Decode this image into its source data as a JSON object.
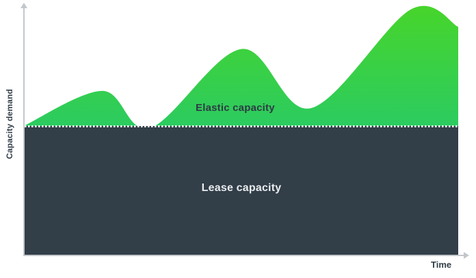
{
  "labels": {
    "elastic_area": "Elastic capacity",
    "lease_area": "Lease capacity",
    "y_axis": "Capacity demand",
    "x_axis": "Time"
  },
  "colors": {
    "green_top": "#47d52b",
    "green_bottom": "#2bcb61",
    "lease_fill": "#323e48",
    "axis": "#c3c7cc",
    "dotted_line": "#ffffff",
    "elastic_label_color": "#2f3b45",
    "lease_label_color": "#e9ecee",
    "axis_label_color": "#323e48"
  },
  "chart_data": {
    "type": "area",
    "title": "",
    "xlabel": "Time",
    "ylabel": "Capacity demand",
    "grid": false,
    "legend_position": "none",
    "axis_ticks": "none (conceptual diagram, unlabeled axes)",
    "ylim_pct": [
      0,
      100
    ],
    "xlim_pct": [
      0,
      100
    ],
    "annotations": [
      "Elastic capacity",
      "Lease capacity"
    ],
    "lease_capacity_level_pct": 52,
    "series": [
      {
        "name": "Elastic capacity (total demand curve)",
        "x_pct": [
          0,
          18,
          29,
          50,
          66,
          89,
          100
        ],
        "y_pct": [
          53,
          67,
          52,
          84,
          60,
          100,
          93
        ]
      },
      {
        "name": "Lease capacity (flat baseline)",
        "x_pct": [
          0,
          100
        ],
        "y_pct": [
          52,
          52
        ]
      }
    ]
  }
}
